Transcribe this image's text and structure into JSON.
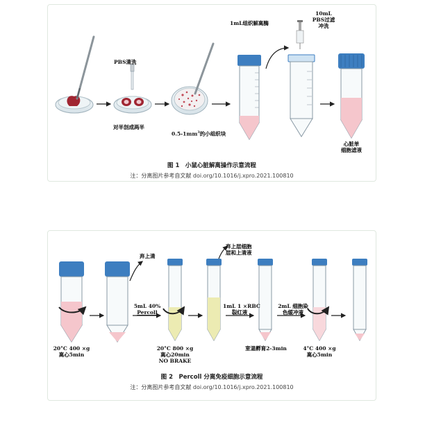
{
  "figure1": {
    "labels": {
      "pbs_wash": "PBS清洗",
      "cut_half": "对半剖成两半",
      "small_pieces_pre": "0.5-1mm",
      "small_pieces_sup": "3",
      "small_pieces_post": "的小组织块",
      "enzyme": "1mL组织解离酶",
      "pbs_filter_line1": "10mL",
      "pbs_filter_line2": "PBS过滤",
      "pbs_filter_line3": "冲洗",
      "single_cell_line1": "心脏单",
      "single_cell_line2": "细胞滤液"
    },
    "caption": "图 1　小鼠心脏解离操作示意流程",
    "note": "注：分离图片参考自文献 doi.org/10.1016/j.xpro.2021.100810"
  },
  "figure2": {
    "labels": {
      "discard_supernatant": "弃上清",
      "percoll_line1": "5mL 40%",
      "percoll_line2": "Percoll",
      "discard_upper_line1": "弃上层细胞",
      "discard_upper_line2": "层和上清液",
      "rbc_line1": "1mL 1 ×RBC",
      "rbc_line2": "裂红液",
      "stain_line1": "2mL 细胞染",
      "stain_line2": "色缓冲液",
      "step1_line1": "20°C 400 ×g",
      "step1_line2": "离心5min",
      "step3_line1": "20°C 800 ×g",
      "step3_line2": "离心20min",
      "step3_line3": "NO BRAKE",
      "step5": "室温孵育2-3min",
      "step6_line1": "4°C 400 ×g",
      "step6_line2": "离心5min"
    },
    "caption": "图 2　Percoll 分离免疫细胞示意流程",
    "note": "注：分离图片参考自文献 doi.org/10.1016/j.xpro.2021.100810"
  },
  "colors": {
    "cap_blue": "#3d7ec0",
    "liquid_pink": "#f5c6cc",
    "liquid_yellow": "#ecebb2",
    "heart_red": "#a02632",
    "tube_border": "#8a9aa6"
  }
}
